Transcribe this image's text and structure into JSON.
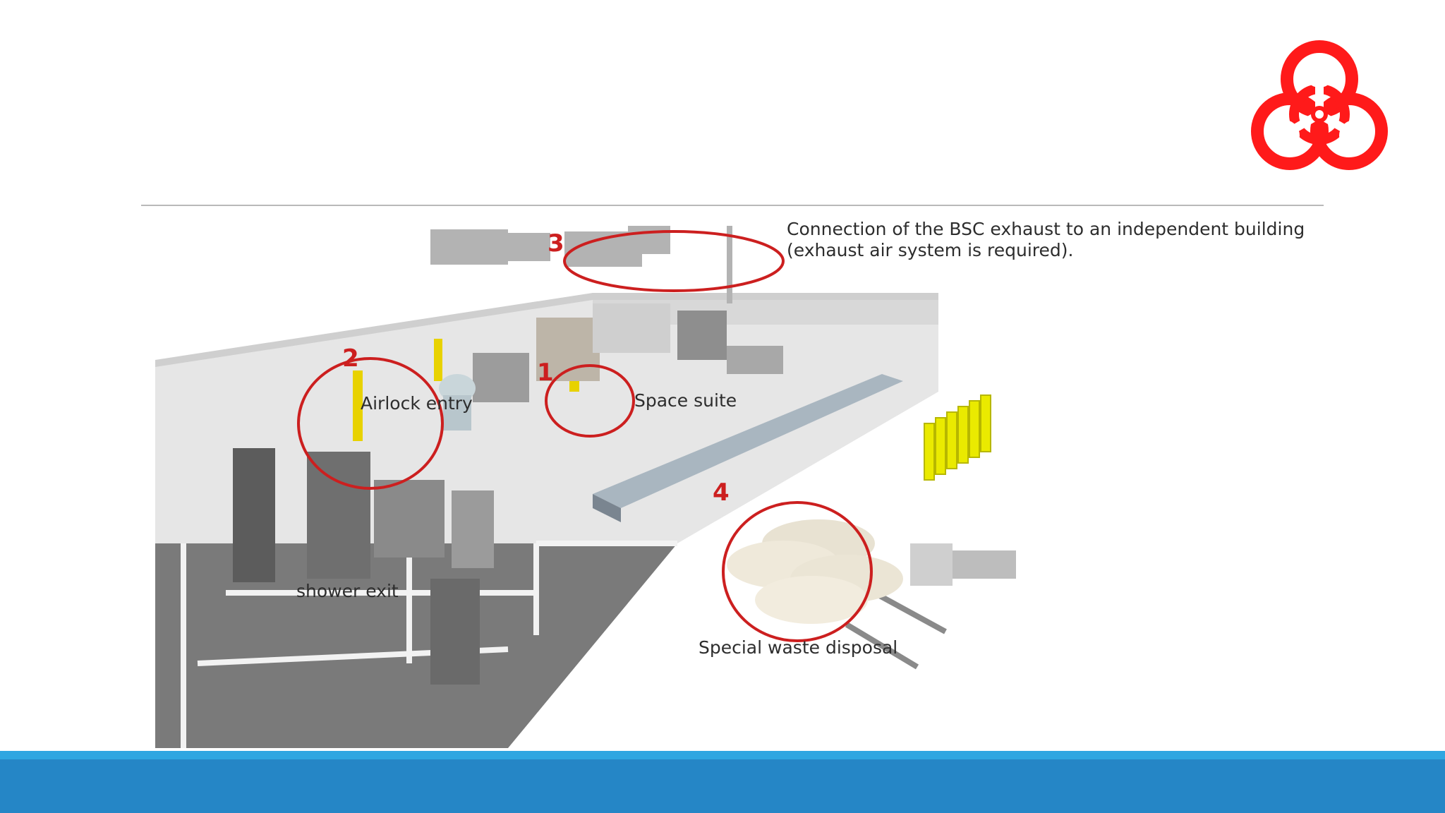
{
  "colors": {
    "accent_red": "#cc1f1f",
    "biohazard_red": "#ff1a1a",
    "footer_blue": "#2586c6",
    "footer_light_blue": "#2fa6e1",
    "rule_gray": "#b9b9b9"
  },
  "icons": {
    "biohazard": "biohazard-symbol"
  },
  "diagram": {
    "bsc_exhaust": {
      "number": "3",
      "text_line1": "Connection of the BSC exhaust to an independent building",
      "text_line2": "(exhaust air system is required)."
    },
    "airlock": {
      "number": "2",
      "text": "Airlock entry"
    },
    "space_suite": {
      "number": "1",
      "text": "Space suite"
    },
    "shower": {
      "text": "shower exit"
    },
    "waste": {
      "number": "4",
      "text": "Special waste disposal"
    }
  }
}
